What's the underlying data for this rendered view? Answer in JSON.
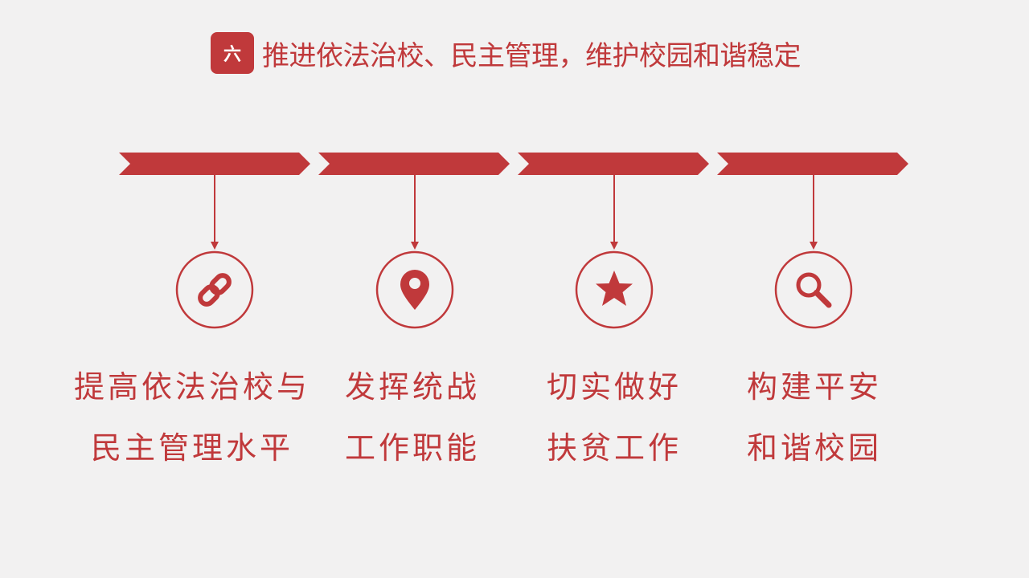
{
  "header": {
    "badge": "六",
    "title": "推进依法治校、民主管理，维护校园和谐稳定"
  },
  "accent_color": "#c0393b",
  "steps": [
    {
      "icon": "link-icon",
      "line1": "提高依法治校与",
      "line2": "民主管理水平"
    },
    {
      "icon": "map-pin-icon",
      "line1": "发挥统战",
      "line2": "工作职能"
    },
    {
      "icon": "star-icon",
      "line1": "切实做好",
      "line2": "扶贫工作"
    },
    {
      "icon": "search-icon",
      "line1": "构建平安",
      "line2": "和谐校园"
    }
  ]
}
